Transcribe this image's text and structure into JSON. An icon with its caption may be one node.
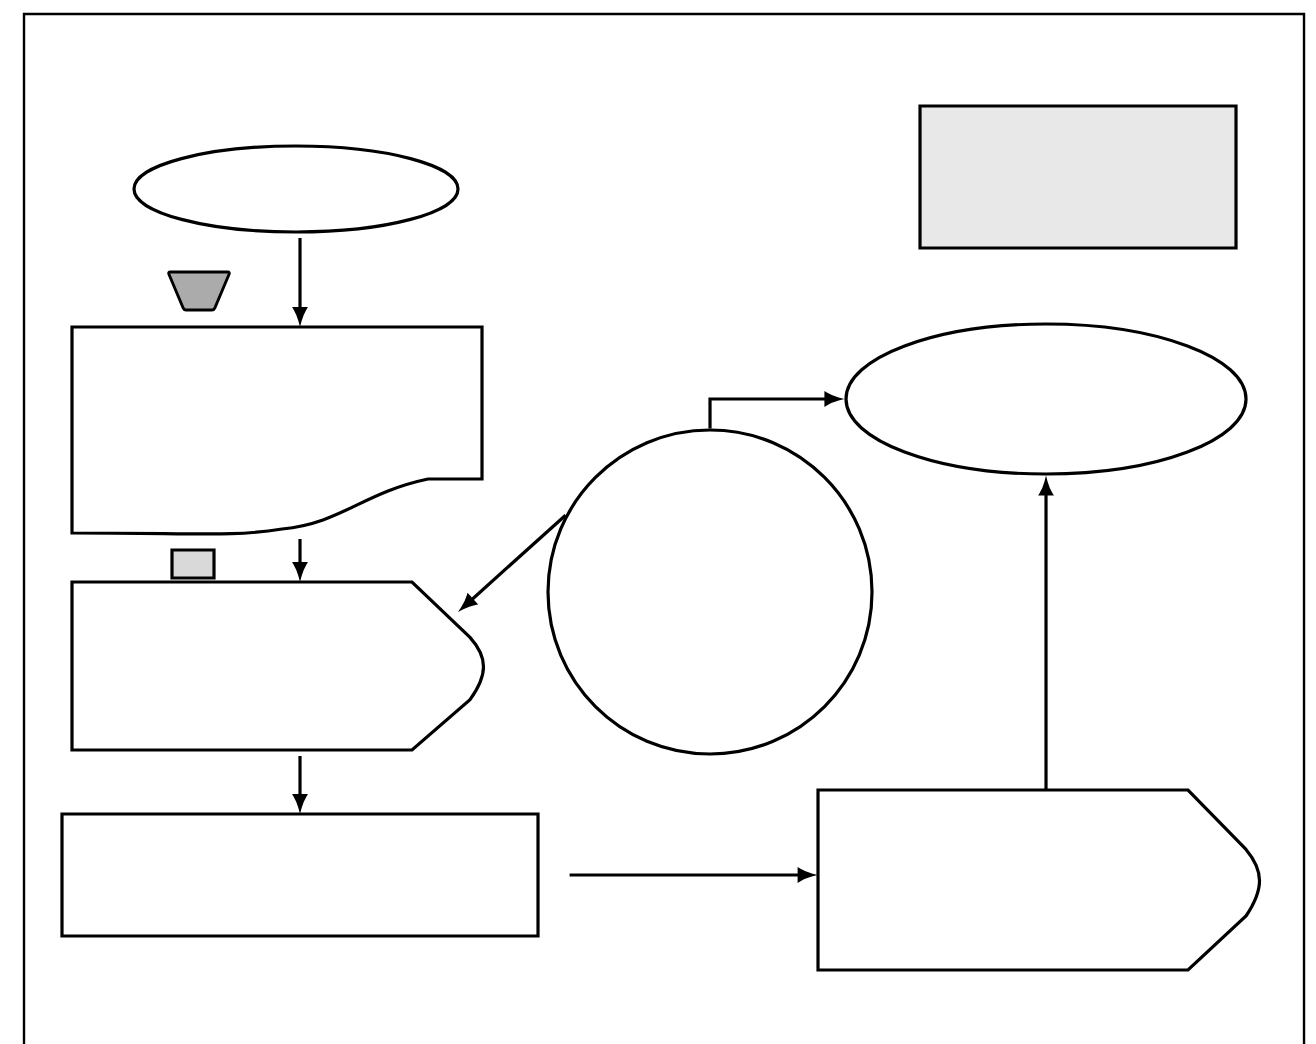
{
  "diagram": {
    "nodes": [
      {
        "text": [],
        "shape": "box"
      },
      {
        "text": [],
        "shape": "ellipse"
      },
      {
        "text": [],
        "shape": "trapezoid"
      },
      {
        "text": [],
        "shape": "document"
      },
      {
        "text": [],
        "shape": "ellipse"
      },
      {
        "text": [],
        "shape": "circle"
      },
      {
        "text": [],
        "shape": "box"
      },
      {
        "text": [],
        "shape": "display"
      },
      {
        "text": [],
        "shape": "box"
      },
      {
        "text": [],
        "shape": "display"
      }
    ],
    "edges": [
      {
        "from": 1,
        "to": 3,
        "arrow": "to"
      },
      {
        "from": 3,
        "to": 7,
        "arrow": "to"
      },
      {
        "from": 5,
        "to": 7,
        "arrow": "to"
      },
      {
        "from": 5,
        "to": 4,
        "arrow": "to"
      },
      {
        "from": 7,
        "to": 8,
        "arrow": "to"
      },
      {
        "from": 8,
        "to": 9,
        "arrow": "to"
      },
      {
        "from": 9,
        "to": 4,
        "arrow": "to"
      }
    ]
  }
}
